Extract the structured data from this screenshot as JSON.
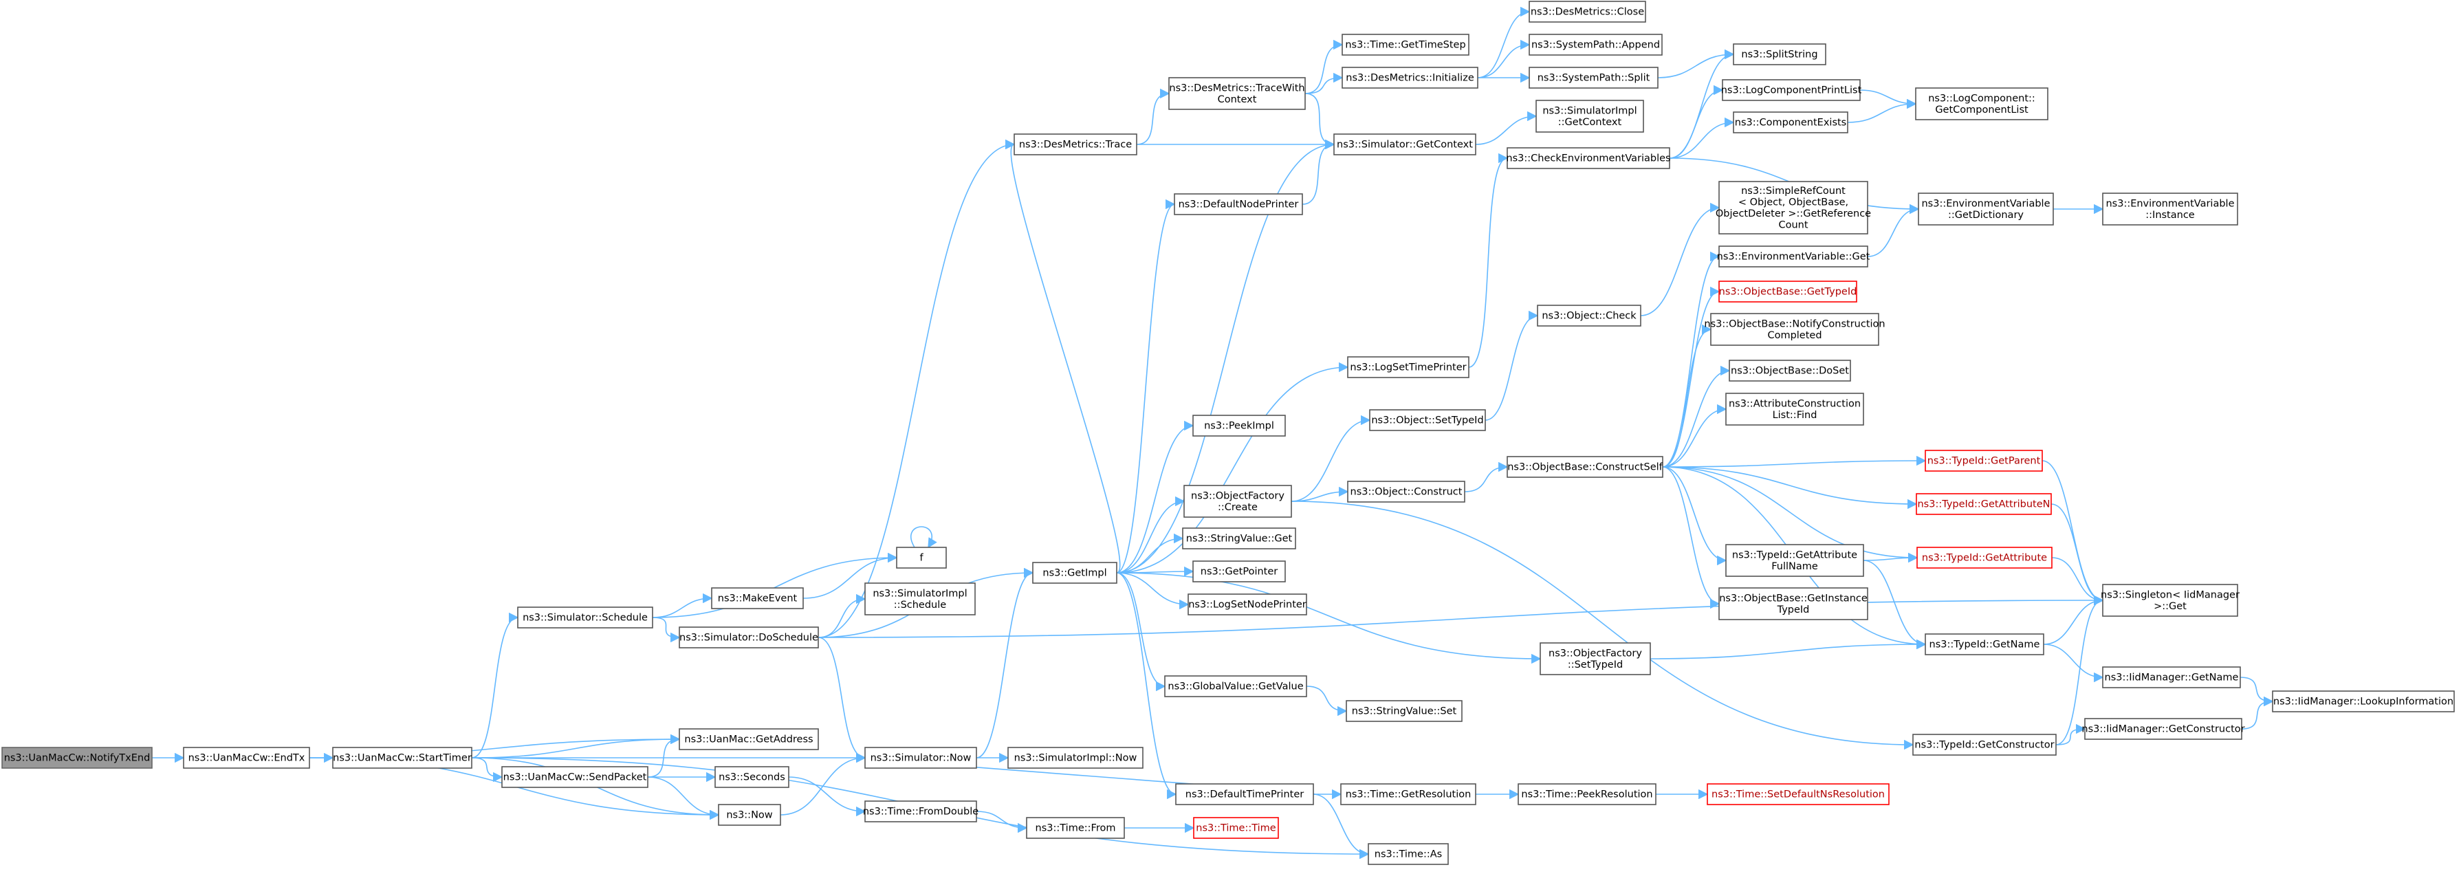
{
  "graph": {
    "edge_color": "#63b8ff",
    "root_fill": "#999999",
    "highlight_border": "#ff0000",
    "nodes": [
      {
        "id": "notify",
        "lines": [
          "ns3::UanMacCw::NotifyTxEnd"
        ],
        "root": true
      },
      {
        "id": "endtx",
        "lines": [
          "ns3::UanMacCw::EndTx"
        ]
      },
      {
        "id": "starttimer",
        "lines": [
          "ns3::UanMacCw::StartTimer"
        ]
      },
      {
        "id": "getaddress",
        "lines": [
          "ns3::UanMac::GetAddress"
        ]
      },
      {
        "id": "sendpacket",
        "lines": [
          "ns3::UanMacCw::SendPacket"
        ]
      },
      {
        "id": "now",
        "lines": [
          "ns3::Now"
        ]
      },
      {
        "id": "schedule",
        "lines": [
          "ns3::Simulator::Schedule"
        ]
      },
      {
        "id": "makeevent",
        "lines": [
          "ns3::MakeEvent"
        ]
      },
      {
        "id": "f",
        "lines": [
          "f"
        ]
      },
      {
        "id": "doschedule",
        "lines": [
          "ns3::Simulator::DoSchedule"
        ]
      },
      {
        "id": "implschedule",
        "lines": [
          "ns3::SimulatorImpl",
          "::Schedule"
        ]
      },
      {
        "id": "seconds",
        "lines": [
          "ns3::Seconds"
        ]
      },
      {
        "id": "fromdouble",
        "lines": [
          "ns3::Time::FromDouble"
        ]
      },
      {
        "id": "from",
        "lines": [
          "ns3::Time::From"
        ]
      },
      {
        "id": "timetime",
        "lines": [
          "ns3::Time::Time"
        ],
        "red": true
      },
      {
        "id": "simnow",
        "lines": [
          "ns3::Simulator::Now"
        ]
      },
      {
        "id": "implnow",
        "lines": [
          "ns3::SimulatorImpl::Now"
        ]
      },
      {
        "id": "getimpl",
        "lines": [
          "ns3::GetImpl"
        ]
      },
      {
        "id": "destrace",
        "lines": [
          "ns3::DesMetrics::Trace"
        ]
      },
      {
        "id": "tracewith",
        "lines": [
          "ns3::DesMetrics::TraceWith",
          "Context"
        ]
      },
      {
        "id": "gettimestep",
        "lines": [
          "ns3::Time::GetTimeStep"
        ]
      },
      {
        "id": "desinit",
        "lines": [
          "ns3::DesMetrics::Initialize"
        ]
      },
      {
        "id": "desclose",
        "lines": [
          "ns3::DesMetrics::Close"
        ]
      },
      {
        "id": "sysappend",
        "lines": [
          "ns3::SystemPath::Append"
        ]
      },
      {
        "id": "syssplit",
        "lines": [
          "ns3::SystemPath::Split"
        ]
      },
      {
        "id": "splitstring",
        "lines": [
          "ns3::SplitString"
        ]
      },
      {
        "id": "simgetctx",
        "lines": [
          "ns3::Simulator::GetContext"
        ]
      },
      {
        "id": "implgetctx",
        "lines": [
          "ns3::SimulatorImpl",
          "::GetContext"
        ]
      },
      {
        "id": "defnodeprinter",
        "lines": [
          "ns3::DefaultNodePrinter"
        ]
      },
      {
        "id": "checkenv",
        "lines": [
          "ns3::CheckEnvironmentVariables"
        ]
      },
      {
        "id": "logcompprint",
        "lines": [
          "ns3::LogComponentPrintList"
        ]
      },
      {
        "id": "compexists",
        "lines": [
          "ns3::ComponentExists"
        ]
      },
      {
        "id": "logcompget",
        "lines": [
          "ns3::LogComponent::",
          "GetComponentList"
        ]
      },
      {
        "id": "envdict",
        "lines": [
          "ns3::EnvironmentVariable",
          "::GetDictionary"
        ]
      },
      {
        "id": "envinst",
        "lines": [
          "ns3::EnvironmentVariable",
          "::Instance"
        ]
      },
      {
        "id": "simplerefcount",
        "lines": [
          "ns3::SimpleRefCount",
          "< Object, ObjectBase,",
          "ObjectDeleter >::GetReference",
          "Count"
        ]
      },
      {
        "id": "envget",
        "lines": [
          "ns3::EnvironmentVariable::Get"
        ]
      },
      {
        "id": "obgettypeid",
        "lines": [
          "ns3::ObjectBase::GetTypeId"
        ],
        "red": true
      },
      {
        "id": "obnotify",
        "lines": [
          "ns3::ObjectBase::NotifyConstruction",
          "Completed"
        ]
      },
      {
        "id": "obdoset",
        "lines": [
          "ns3::ObjectBase::DoSet"
        ]
      },
      {
        "id": "attrfind",
        "lines": [
          "ns3::AttributeConstruction",
          "List::Find"
        ]
      },
      {
        "id": "objcheck",
        "lines": [
          "ns3::Object::Check"
        ]
      },
      {
        "id": "logsettime",
        "lines": [
          "ns3::LogSetTimePrinter"
        ]
      },
      {
        "id": "objsettypeid",
        "lines": [
          "ns3::Object::SetTypeId"
        ]
      },
      {
        "id": "peekimpl",
        "lines": [
          "ns3::PeekImpl"
        ]
      },
      {
        "id": "ofcreate",
        "lines": [
          "ns3::ObjectFactory",
          "::Create"
        ]
      },
      {
        "id": "objconstruct",
        "lines": [
          "ns3::Object::Construct"
        ]
      },
      {
        "id": "obconstructself",
        "lines": [
          "ns3::ObjectBase::ConstructSelf"
        ]
      },
      {
        "id": "stringget",
        "lines": [
          "ns3::StringValue::Get"
        ]
      },
      {
        "id": "getpointer",
        "lines": [
          "ns3::GetPointer"
        ]
      },
      {
        "id": "logsetnode",
        "lines": [
          "ns3::LogSetNodePrinter"
        ]
      },
      {
        "id": "tidgetparent",
        "lines": [
          "ns3::TypeId::GetParent"
        ],
        "red": true
      },
      {
        "id": "tidgetattrn",
        "lines": [
          "ns3::TypeId::GetAttributeN"
        ],
        "red": true
      },
      {
        "id": "tidgetattrfull",
        "lines": [
          "ns3::TypeId::GetAttribute",
          "FullName"
        ]
      },
      {
        "id": "tidgetattr",
        "lines": [
          "ns3::TypeId::GetAttribute"
        ],
        "red": true
      },
      {
        "id": "singleton",
        "lines": [
          "ns3::Singleton< IidManager",
          ">::Get"
        ]
      },
      {
        "id": "obgetinst",
        "lines": [
          "ns3::ObjectBase::GetInstance",
          "TypeId"
        ]
      },
      {
        "id": "ofsettypeid",
        "lines": [
          "ns3::ObjectFactory",
          "::SetTypeId"
        ]
      },
      {
        "id": "tidgetname",
        "lines": [
          "ns3::TypeId::GetName"
        ]
      },
      {
        "id": "iidgetname",
        "lines": [
          "ns3::IidManager::GetName"
        ]
      },
      {
        "id": "iidlookup",
        "lines": [
          "ns3::IidManager::LookupInformation"
        ]
      },
      {
        "id": "globalget",
        "lines": [
          "ns3::GlobalValue::GetValue"
        ]
      },
      {
        "id": "stringset",
        "lines": [
          "ns3::StringValue::Set"
        ]
      },
      {
        "id": "tidgetctor",
        "lines": [
          "ns3::TypeId::GetConstructor"
        ]
      },
      {
        "id": "iidgetctor",
        "lines": [
          "ns3::IidManager::GetConstructor"
        ]
      },
      {
        "id": "deftimeprinter",
        "lines": [
          "ns3::DefaultTimePrinter"
        ]
      },
      {
        "id": "getres",
        "lines": [
          "ns3::Time::GetResolution"
        ]
      },
      {
        "id": "peekres",
        "lines": [
          "ns3::Time::PeekResolution"
        ]
      },
      {
        "id": "setdefres",
        "lines": [
          "ns3::Time::SetDefaultNsResolution"
        ],
        "red": true
      },
      {
        "id": "timeas",
        "lines": [
          "ns3::Time::As"
        ]
      }
    ]
  }
}
